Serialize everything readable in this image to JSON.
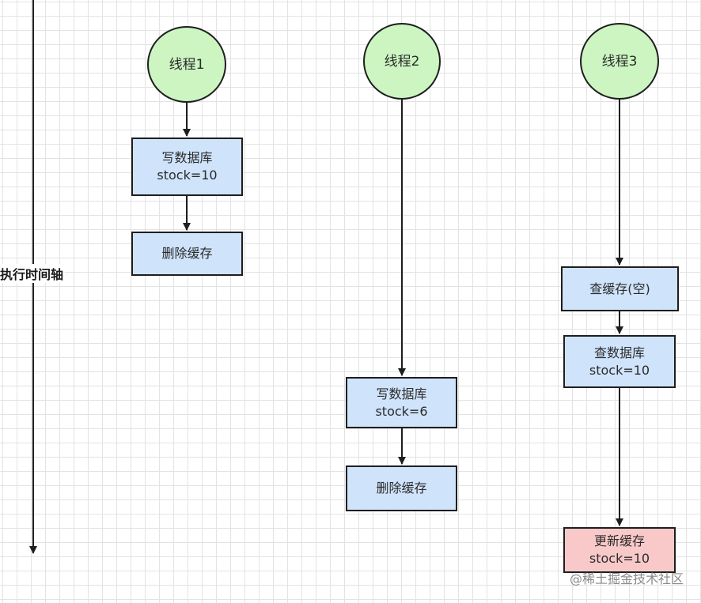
{
  "axis": {
    "label": "执行时间轴"
  },
  "threads": [
    {
      "title": "线程1"
    },
    {
      "title": "线程2"
    },
    {
      "title": "线程3"
    }
  ],
  "steps": {
    "t1_write_db": {
      "line1": "写数据库",
      "line2": "stock=10"
    },
    "t1_delete_cache": {
      "line1": "删除缓存"
    },
    "t2_write_db": {
      "line1": "写数据库",
      "line2": "stock=6"
    },
    "t2_delete_cache": {
      "line1": "删除缓存"
    },
    "t3_query_cache": {
      "line1": "查缓存(空)"
    },
    "t3_query_db": {
      "line1": "查数据库",
      "line2": "stock=10"
    },
    "t3_update_cache": {
      "line1": "更新缓存",
      "line2": "stock=10"
    }
  },
  "colors": {
    "thread_fill": "#ccf5c2",
    "step_fill": "#cfe3fb",
    "highlight_fill": "#f9c9c9",
    "stroke": "#1e1e1e"
  },
  "watermark": "@稀土掘金技术社区"
}
